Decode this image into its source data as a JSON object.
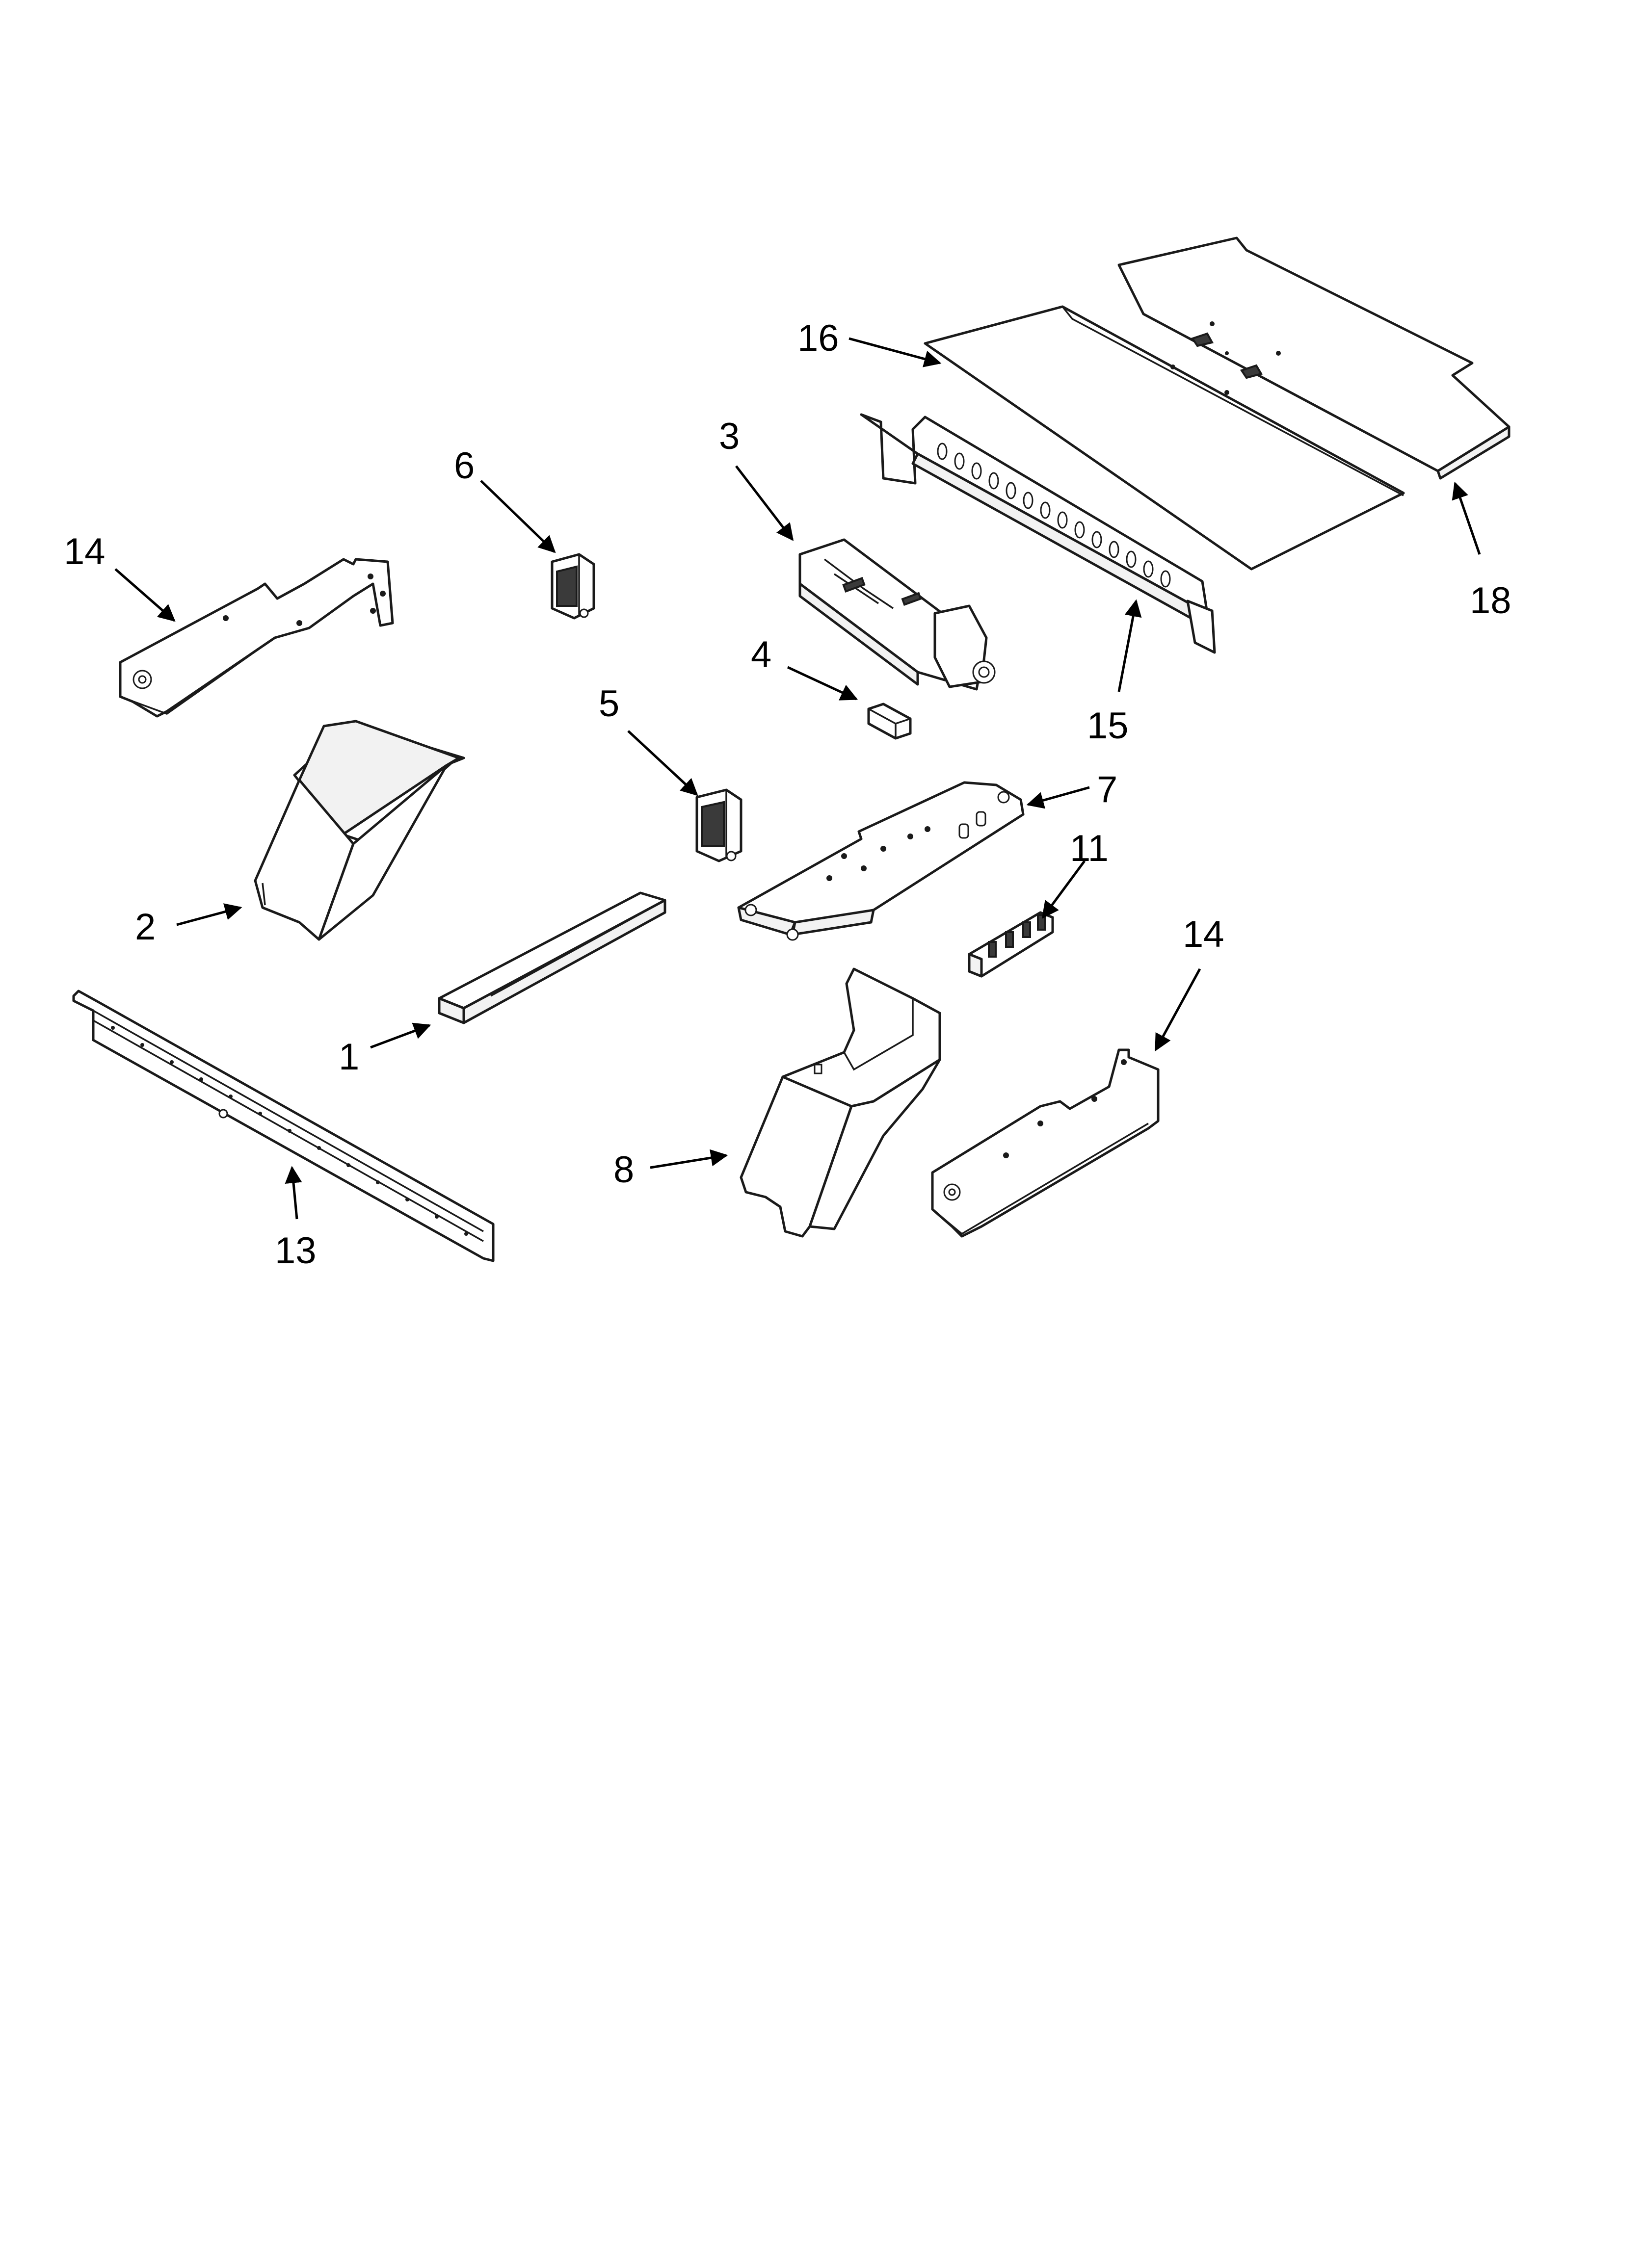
{
  "diagram": {
    "callouts": [
      {
        "id": "c16",
        "text": "16"
      },
      {
        "id": "c3",
        "text": "3"
      },
      {
        "id": "c6",
        "text": "6"
      },
      {
        "id": "c14a",
        "text": "14"
      },
      {
        "id": "c18",
        "text": "18"
      },
      {
        "id": "c4",
        "text": "4"
      },
      {
        "id": "c15",
        "text": "15"
      },
      {
        "id": "c5",
        "text": "5"
      },
      {
        "id": "c7",
        "text": "7"
      },
      {
        "id": "c11",
        "text": "11"
      },
      {
        "id": "c2",
        "text": "2"
      },
      {
        "id": "c14b",
        "text": "14"
      },
      {
        "id": "c1",
        "text": "1"
      },
      {
        "id": "c8",
        "text": "8"
      },
      {
        "id": "c13",
        "text": "13"
      }
    ]
  }
}
